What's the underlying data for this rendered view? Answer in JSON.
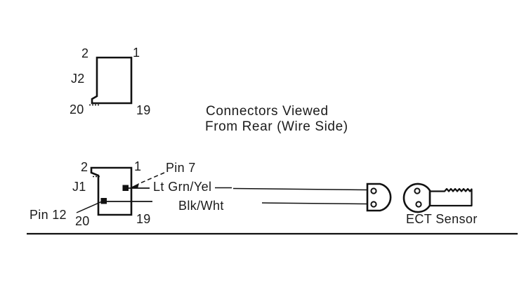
{
  "diagram": {
    "title_note": {
      "line1": "Connectors Viewed",
      "line2": "From Rear (Wire Side)"
    },
    "connector_j2": {
      "name": "J2",
      "pin_top_left": "2",
      "pin_top_right": "1",
      "pin_bottom_left": "20",
      "pin_bottom_right": "19"
    },
    "connector_j1": {
      "name": "J1",
      "pin_top_left": "2",
      "pin_top_right": "1",
      "pin_bottom_left": "20",
      "pin_bottom_right": "19",
      "pin7_callout": "Pin 7",
      "pin12_callout": "Pin 12"
    },
    "wires": {
      "signal_wire": "Lt Grn/Yel",
      "ground_wire": "Blk/Wht"
    },
    "sensor": {
      "label": "ECT Sensor"
    },
    "colors": {
      "ink": "#111111",
      "background": "#ffffff"
    }
  }
}
